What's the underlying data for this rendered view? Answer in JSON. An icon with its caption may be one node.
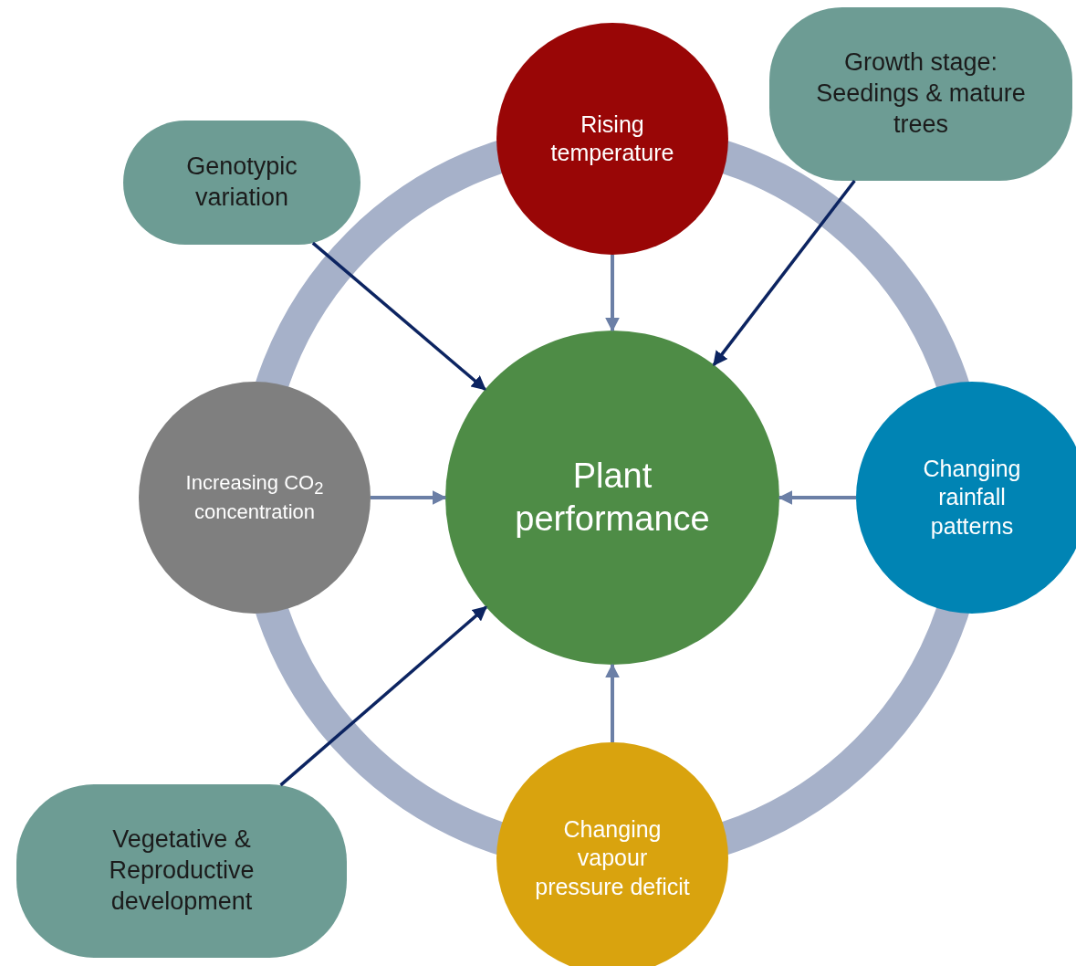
{
  "diagram": {
    "nodes": [
      {
        "text": [
          "Growth stage: Seedings & mature trees"
        ]
      },
      {
        "text": [
          "Rising temperature"
        ]
      },
      {
        "text": [
          "Genotypic variation"
        ]
      },
      {
        "text": [
          "Plant performance"
        ]
      },
      {
        "text": [
          "Increasing CO$_{2}$ concentration"
        ]
      },
      {
        "text": [
          "Changing rainfall patterns"
        ]
      },
      {
        "text": [
          "Vegetative & Reproductive development"
        ]
      },
      {
        "text": [
          "Changing vapour pressure deficit"
        ]
      }
    ],
    "edges": [
      {
        "from": 1,
        "to": 3,
        "arrow": "to"
      },
      {
        "from": 4,
        "to": 3,
        "arrow": "to"
      },
      {
        "from": 5,
        "to": 3,
        "arrow": "to"
      },
      {
        "from": 7,
        "to": 3,
        "arrow": "to"
      },
      {
        "from": 2,
        "to": 3,
        "arrow": "to",
        "color": "#0c2461"
      },
      {
        "from": 0,
        "to": 3,
        "arrow": "to",
        "color": "#0c2461"
      },
      {
        "from": 6,
        "to": 3,
        "arrow": "to",
        "color": "#0c2461"
      }
    ]
  }
}
